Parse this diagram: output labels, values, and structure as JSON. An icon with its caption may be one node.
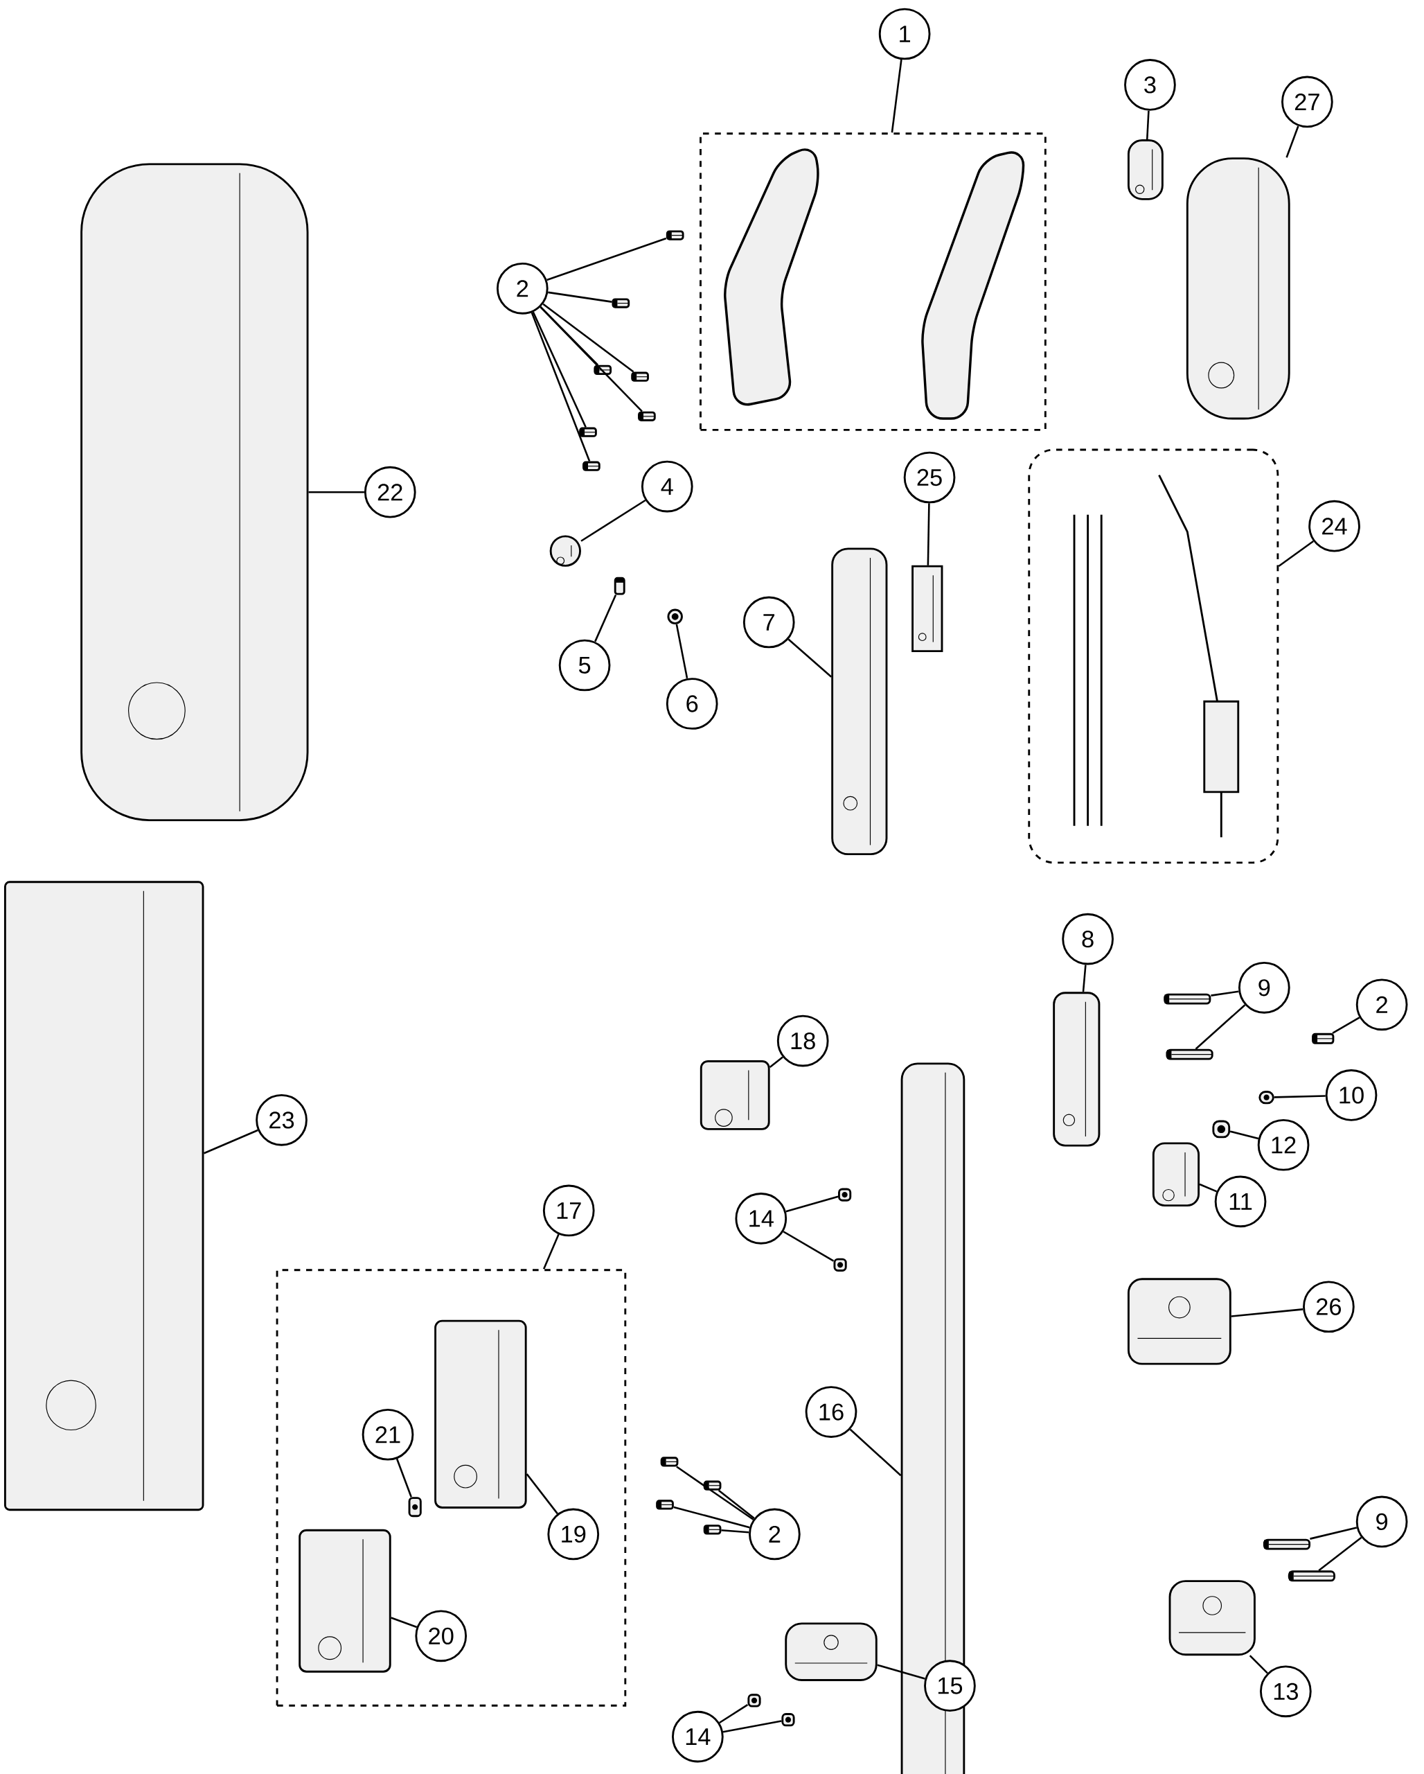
{
  "diagram": {
    "nodes": [
      {
        "text": [
          "1"
        ]
      },
      {
        "text": [],
        "shape": "box"
      },
      {
        "text": [
          "2"
        ]
      },
      {
        "text": [],
        "shape": "picture"
      },
      {
        "text": [],
        "shape": "picture"
      },
      {
        "text": [],
        "shape": "picture"
      },
      {
        "text": [],
        "shape": "picture"
      },
      {
        "text": [],
        "shape": "picture"
      },
      {
        "text": [],
        "shape": "picture"
      },
      {
        "text": [],
        "shape": "picture"
      },
      {
        "text": [
          "3"
        ]
      },
      {
        "text": [],
        "shape": "picture"
      },
      {
        "text": [
          "27"
        ]
      },
      {
        "text": [],
        "shape": "picture"
      },
      {
        "text": [
          "22"
        ]
      },
      {
        "text": [],
        "shape": "picture"
      },
      {
        "text": [
          "4"
        ]
      },
      {
        "text": [],
        "shape": "picture"
      },
      {
        "text": [
          "5"
        ]
      },
      {
        "text": [],
        "shape": "picture"
      },
      {
        "text": [
          "6"
        ]
      },
      {
        "text": [],
        "shape": "picture"
      },
      {
        "text": [
          "7"
        ]
      },
      {
        "text": [],
        "shape": "picture"
      },
      {
        "text": [
          "25"
        ]
      },
      {
        "text": [],
        "shape": "picture"
      },
      {
        "text": [
          "24"
        ]
      },
      {
        "text": [],
        "shape": "box"
      },
      {
        "text": [
          "8"
        ]
      },
      {
        "text": [],
        "shape": "picture"
      },
      {
        "text": [
          "9"
        ]
      },
      {
        "text": [],
        "shape": "picture"
      },
      {
        "text": [],
        "shape": "picture"
      },
      {
        "text": [
          "2"
        ]
      },
      {
        "text": [],
        "shape": "picture"
      },
      {
        "text": [
          "10"
        ]
      },
      {
        "text": [],
        "shape": "picture"
      },
      {
        "text": [
          "12"
        ]
      },
      {
        "text": [],
        "shape": "picture"
      },
      {
        "text": [
          "11"
        ]
      },
      {
        "text": [],
        "shape": "picture"
      },
      {
        "text": [
          "18"
        ]
      },
      {
        "text": [],
        "shape": "picture"
      },
      {
        "text": [
          "14"
        ]
      },
      {
        "text": [],
        "shape": "picture"
      },
      {
        "text": [],
        "shape": "picture"
      },
      {
        "text": [
          "26"
        ]
      },
      {
        "text": [],
        "shape": "picture"
      },
      {
        "text": [
          "17"
        ]
      },
      {
        "text": [],
        "shape": "box"
      },
      {
        "text": [
          "21"
        ],
        "in": 49
      },
      {
        "text": [],
        "shape": "picture",
        "in": 49
      },
      {
        "text": [
          "19"
        ],
        "in": 49
      },
      {
        "text": [],
        "shape": "picture",
        "in": 49
      },
      {
        "text": [
          "20"
        ],
        "in": 49
      },
      {
        "text": [],
        "shape": "picture",
        "in": 49
      },
      {
        "text": [
          "16"
        ]
      },
      {
        "text": [],
        "shape": "picture"
      },
      {
        "text": [
          "2"
        ]
      },
      {
        "text": [],
        "shape": "picture"
      },
      {
        "text": [],
        "shape": "picture"
      },
      {
        "text": [],
        "shape": "picture"
      },
      {
        "text": [],
        "shape": "picture"
      },
      {
        "text": [
          "23"
        ]
      },
      {
        "text": [],
        "shape": "picture"
      },
      {
        "text": [
          "9"
        ]
      },
      {
        "text": [],
        "shape": "picture"
      },
      {
        "text": [],
        "shape": "picture"
      },
      {
        "text": [
          "13"
        ]
      },
      {
        "text": [],
        "shape": "picture"
      },
      {
        "text": [
          "15"
        ]
      },
      {
        "text": [],
        "shape": "picture"
      },
      {
        "text": [
          "14"
        ]
      },
      {
        "text": [],
        "shape": "picture"
      },
      {
        "text": [],
        "shape": "picture"
      }
    ],
    "edges": [
      {
        "from": 0,
        "to": 1,
        "arrow": "none"
      },
      {
        "from": 2,
        "to": 3,
        "arrow": "none"
      },
      {
        "from": 2,
        "to": 4,
        "arrow": "none"
      },
      {
        "from": 2,
        "to": 5,
        "arrow": "none"
      },
      {
        "from": 2,
        "to": 6,
        "arrow": "none"
      },
      {
        "from": 2,
        "to": 7,
        "arrow": "none"
      },
      {
        "from": 2,
        "to": 8,
        "arrow": "none"
      },
      {
        "from": 2,
        "to": 9,
        "arrow": "none"
      },
      {
        "from": 10,
        "to": 11,
        "arrow": "none"
      },
      {
        "from": 12,
        "to": 13,
        "arrow": "none"
      },
      {
        "from": 14,
        "to": 15,
        "arrow": "none"
      },
      {
        "from": 16,
        "to": 17,
        "arrow": "none"
      },
      {
        "from": 18,
        "to": 19,
        "arrow": "none"
      },
      {
        "from": 20,
        "to": 21,
        "arrow": "none"
      },
      {
        "from": 22,
        "to": 23,
        "arrow": "none"
      },
      {
        "from": 24,
        "to": 25,
        "arrow": "none"
      },
      {
        "from": 26,
        "to": 27,
        "arrow": "none"
      },
      {
        "from": 28,
        "to": 29,
        "arrow": "none"
      },
      {
        "from": 30,
        "to": 31,
        "arrow": "none"
      },
      {
        "from": 30,
        "to": 32,
        "arrow": "none"
      },
      {
        "from": 33,
        "to": 34,
        "arrow": "none"
      },
      {
        "from": 35,
        "to": 36,
        "arrow": "none"
      },
      {
        "from": 37,
        "to": 38,
        "arrow": "none"
      },
      {
        "from": 39,
        "to": 40,
        "arrow": "none"
      },
      {
        "from": 41,
        "to": 42,
        "arrow": "none"
      },
      {
        "from": 43,
        "to": 44,
        "arrow": "none"
      },
      {
        "from": 43,
        "to": 45,
        "arrow": "none"
      },
      {
        "from": 46,
        "to": 47,
        "arrow": "none"
      },
      {
        "from": 48,
        "to": 49,
        "arrow": "none"
      },
      {
        "from": 50,
        "to": 51,
        "arrow": "none"
      },
      {
        "from": 52,
        "to": 53,
        "arrow": "none"
      },
      {
        "from": 54,
        "to": 55,
        "arrow": "none"
      },
      {
        "from": 56,
        "to": 57,
        "arrow": "none"
      },
      {
        "from": 58,
        "to": 59,
        "arrow": "none"
      },
      {
        "from": 58,
        "to": 60,
        "arrow": "none"
      },
      {
        "from": 58,
        "to": 61,
        "arrow": "none"
      },
      {
        "from": 58,
        "to": 62,
        "arrow": "none"
      },
      {
        "from": 63,
        "to": 64,
        "arrow": "none"
      },
      {
        "from": 65,
        "to": 66,
        "arrow": "none"
      },
      {
        "from": 65,
        "to": 67,
        "arrow": "none"
      },
      {
        "from": 68,
        "to": 69,
        "arrow": "none"
      },
      {
        "from": 70,
        "to": 71,
        "arrow": "none"
      },
      {
        "from": 72,
        "to": 73,
        "arrow": "none"
      },
      {
        "from": 72,
        "to": 74,
        "arrow": "none"
      }
    ]
  }
}
